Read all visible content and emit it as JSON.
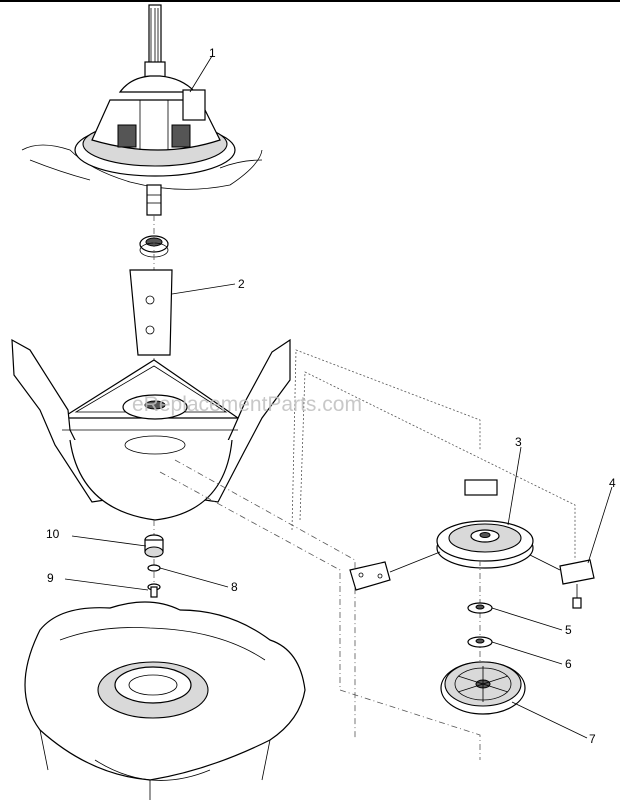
{
  "watermark": "eReplacementParts.com",
  "callouts": [
    {
      "id": "1",
      "label": "1"
    },
    {
      "id": "2",
      "label": "2"
    },
    {
      "id": "3",
      "label": "3"
    },
    {
      "id": "4",
      "label": "4"
    },
    {
      "id": "5",
      "label": "5"
    },
    {
      "id": "6",
      "label": "6"
    },
    {
      "id": "7",
      "label": "7"
    },
    {
      "id": "8",
      "label": "8"
    },
    {
      "id": "9",
      "label": "9"
    },
    {
      "id": "10",
      "label": "10"
    }
  ]
}
